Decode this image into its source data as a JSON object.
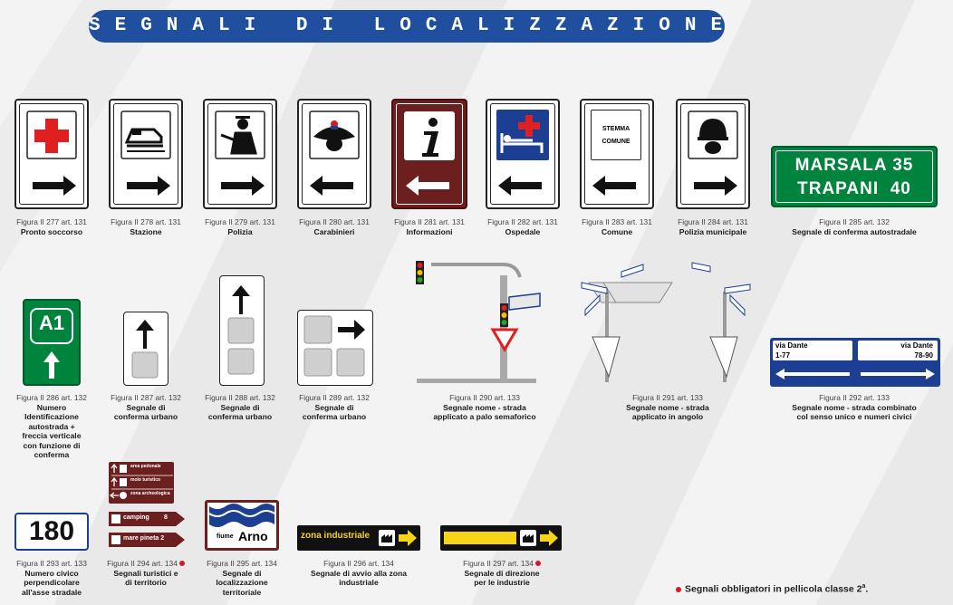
{
  "header": {
    "title": "SEGNALI DI LOCALIZZAZIONE"
  },
  "signs": {
    "s285": {
      "line1": "MARSALA 35",
      "line2": "TRAPANI  40"
    },
    "s283": {
      "line1": "STEMMA",
      "line2": "COMUNE"
    },
    "s286": {
      "text": "A1"
    },
    "s292": {
      "left_street": "via Dante",
      "left_numbers": "1-77",
      "right_street": "via Dante",
      "right_numbers": "78-90"
    },
    "s293": {
      "number": "180"
    },
    "s294": {
      "item1": "area pedonale",
      "item2": "molo turistico",
      "item3": "zona archeologica",
      "item4": "camping",
      "item4_num": "8",
      "item5": "mare pineta 2"
    },
    "s295": {
      "prefix": "fiume",
      "name": "Arno"
    },
    "s296": {
      "text": "zona industriale"
    }
  },
  "figures": [
    {
      "fig": "Figura II 277 art. 131",
      "label": "Pronto soccorso"
    },
    {
      "fig": "Figura II 278 art. 131",
      "label": "Stazione"
    },
    {
      "fig": "Figura II 279 art. 131",
      "label": "Polizia"
    },
    {
      "fig": "Figura II 280 art. 131",
      "label": "Carabinieri"
    },
    {
      "fig": "Figura II 281 art. 131",
      "label": "Informazioni"
    },
    {
      "fig": "Figura II 282 art. 131",
      "label": "Ospedale"
    },
    {
      "fig": "Figura II 283 art. 131",
      "label": "Comune"
    },
    {
      "fig": "Figura II 284 art. 131",
      "label": "Polizia municipale"
    },
    {
      "fig": "Figura II 285 art. 132",
      "label": "Segnale di conferma autostradale"
    },
    {
      "fig": "Figura II 286 art. 132",
      "label": "Numero Identificazione autostrada + freccia verticale con funzione di conferma"
    },
    {
      "fig": "Figura II 287 art. 132",
      "label": "Segnale di conferma urbano"
    },
    {
      "fig": "Figura II 288 art. 132",
      "label": "Segnale di conferma urbano"
    },
    {
      "fig": "Figura II 289 art. 132",
      "label": "Segnale di conferma urbano"
    },
    {
      "fig": "Figura II 290 art. 133",
      "label": "Segnale nome - strada applicato a palo semaforico"
    },
    {
      "fig": "Figura II 291 art. 133",
      "label": "Segnale nome - strada applicato in angolo"
    },
    {
      "fig": "Figura II 292 art. 133",
      "label": "Segnale nome - strada combinato col senso unico e numeri civici"
    },
    {
      "fig": "Figura II 293 art. 133",
      "label": "Numero civico perpendicolare all'asse stradale"
    },
    {
      "fig": "Figura II 294 art. 134",
      "label": "Segnali turistici e di territorio"
    },
    {
      "fig": "Figura II 295 art. 134",
      "label": "Segnale di localizzazione territoriale"
    },
    {
      "fig": "Figura II 296 art. 134",
      "label": "Segnale di avvio alla zona industriale"
    },
    {
      "fig": "Figura II 297 art. 134",
      "label": "Segnale di direzione per le industrie"
    }
  ],
  "footnote": {
    "text": "Segnali obbligatori in pellicola classe 2",
    "superscript": "a",
    "suffix": "."
  },
  "colors": {
    "header_blue": "#1f4f9e",
    "green": "#00843d",
    "brown": "#6b1f1f",
    "blue": "#1c3f94",
    "yellow": "#f7d417",
    "red": "#d71920"
  }
}
